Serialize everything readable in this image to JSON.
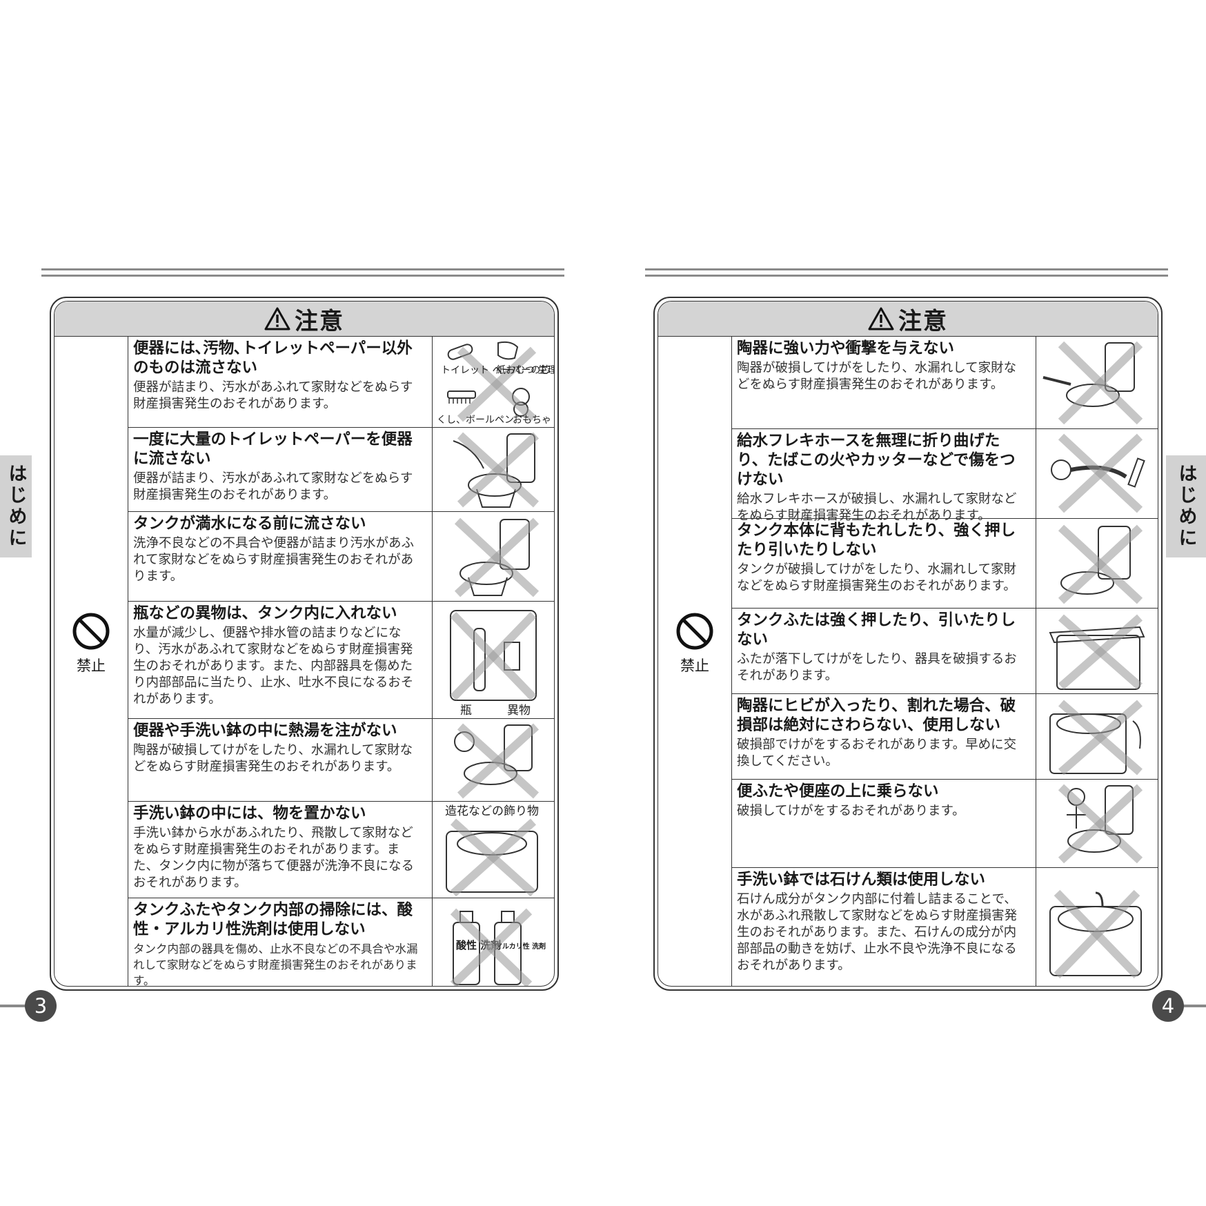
{
  "section_tab_label": "はじめに",
  "header_title": "注意",
  "prohibit_label": "禁止",
  "pages": {
    "left": {
      "page_number": "3",
      "rows": [
        {
          "title": "便器には､汚物､トイレットペーパー以外のものは流さない",
          "desc": "便器が詰まり、汚水があふれて家財などをぬらす財産損害発生のおそれがあります。",
          "labels": [
            "トイレット ペーパーの芯",
            "紙おむつ 生理用品",
            "くし、ボールペン",
            "おもちゃ"
          ]
        },
        {
          "title": "一度に大量のトイレットペーパーを便器に流さない",
          "desc": "便器が詰まり、汚水があふれて家財などをぬらす財産損害発生のおそれがあります。",
          "labels": []
        },
        {
          "title": "タンクが満水になる前に流さない",
          "desc": "洗浄不良などの不具合や便器が詰まり汚水があふれて家財などをぬらす財産損害発生のおそれがあります。",
          "labels": []
        },
        {
          "title": "瓶などの異物は、タンク内に入れない",
          "desc": "水量が減少し、便器や排水管の詰まりなどになり、汚水があふれて家財などをぬらす財産損害発生のおそれがあります。また、内部器具を傷めたり内部部品に当たり、止水、吐水不良になるおそれがあります。",
          "labels": [
            "瓶",
            "異物"
          ]
        },
        {
          "title": "便器や手洗い鉢の中に熱湯を注がない",
          "desc": "陶器が破損してけがをしたり、水漏れして家財などをぬらす財産損害発生のおそれがあります。",
          "labels": []
        },
        {
          "title": "手洗い鉢の中には、物を置かない",
          "desc": "手洗い鉢から水があふれたり、飛散して家財などをぬらす財産損害発生のおそれがあります。また、タンク内に物が落ちて便器が洗浄不良になるおそれがあります。",
          "labels": [
            "造花などの飾り物"
          ]
        },
        {
          "title": "タンクふたやタンク内部の掃除には、酸性・アルカリ性洗剤は使用しない",
          "desc": "タンク内部の器具を傷め、止水不良などの不具合や水漏れして家財などをぬらす財産損害発生のおそれがあります。",
          "labels": [
            "酸性 洗剤",
            "アルカリ性 洗剤"
          ]
        }
      ]
    },
    "right": {
      "page_number": "4",
      "rows": [
        {
          "title": "陶器に強い力や衝撃を与えない",
          "desc": "陶器が破損してけがをしたり、水漏れして家財などをぬらす財産損害発生のおそれがあります。"
        },
        {
          "title": "給水フレキホースを無理に折り曲げたり、たばこの火やカッターなどで傷をつけない",
          "desc": "給水フレキホースが破損し、水漏れして家財などをぬらす財産損害発生のおそれがあります。"
        },
        {
          "title": "タンク本体に背もたれしたり、強く押したり引いたりしない",
          "desc": "タンクが破損してけがをしたり、水漏れして家財などをぬらす財産損害発生のおそれがあります。"
        },
        {
          "title": "タンクふたは強く押したり、引いたりしない",
          "desc": "ふたが落下してけがをしたり、器具を破損するおそれがあります。"
        },
        {
          "title": "陶器にヒビが入ったり、割れた場合、破損部は絶対にさわらない、使用しない",
          "desc": "破損部でけがをするおそれがあります。早めに交換してください。"
        },
        {
          "title": "便ふたや便座の上に乗らない",
          "desc": "破損してけがをするおそれがあります。"
        },
        {
          "title": "手洗い鉢では石けん類は使用しない",
          "desc": "石けん成分がタンク内部に付着し詰まることで、水があふれ飛散して家財などをぬらす財産損害発生のおそれがあります。また、石けんの成分が内部部品の動きを妨げ、止水不良や洗浄不良になるおそれがあります。"
        }
      ]
    }
  }
}
